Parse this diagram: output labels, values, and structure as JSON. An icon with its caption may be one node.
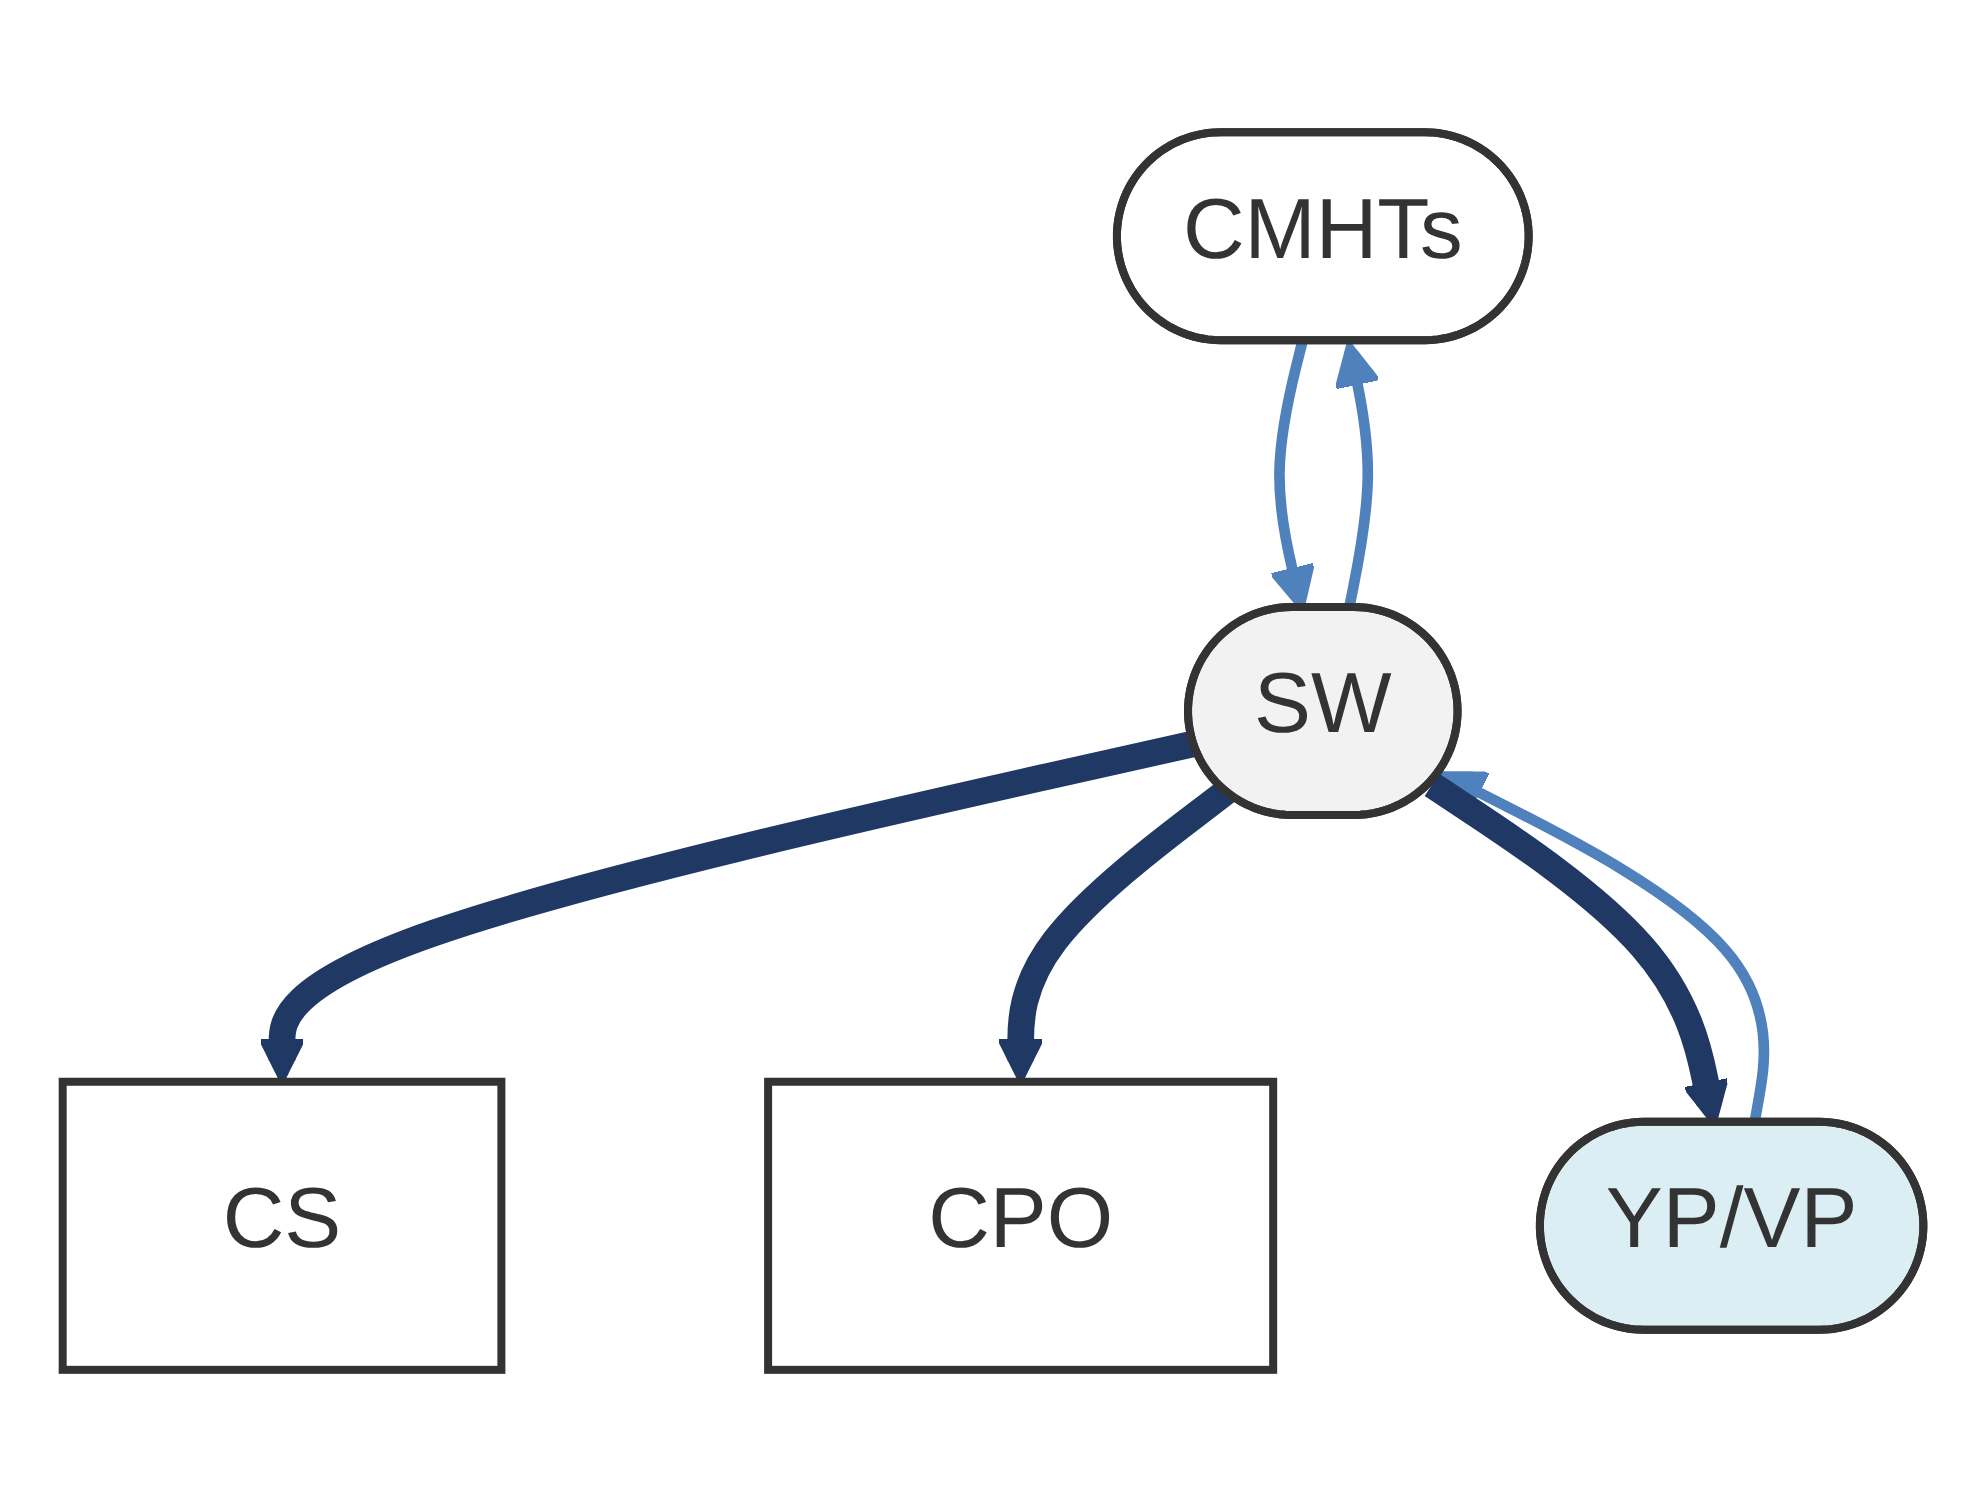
{
  "diagram": {
    "nodes": [
      {
        "text": [
          "CMHTs"
        ]
      },
      {
        "text": [
          "CS"
        ]
      },
      {
        "text": [
          "SW"
        ]
      },
      {
        "text": [
          "CPO"
        ]
      },
      {
        "text": [
          "YP/VP"
        ]
      }
    ],
    "edges": [
      {
        "from": 2,
        "to": 0,
        "arrow": "to"
      },
      {
        "from": 0,
        "to": 2,
        "arrow": "to"
      },
      {
        "from": 2,
        "to": 1,
        "arrow": "to",
        "style": "thick",
        "color": "#1f3864"
      },
      {
        "from": 2,
        "to": 3,
        "arrow": "to",
        "style": "thick",
        "color": "#1f3864"
      },
      {
        "from": 4,
        "to": 2,
        "arrow": "to"
      },
      {
        "from": 2,
        "to": 4,
        "arrow": "to",
        "style": "thick",
        "color": "#1f3864"
      }
    ]
  }
}
